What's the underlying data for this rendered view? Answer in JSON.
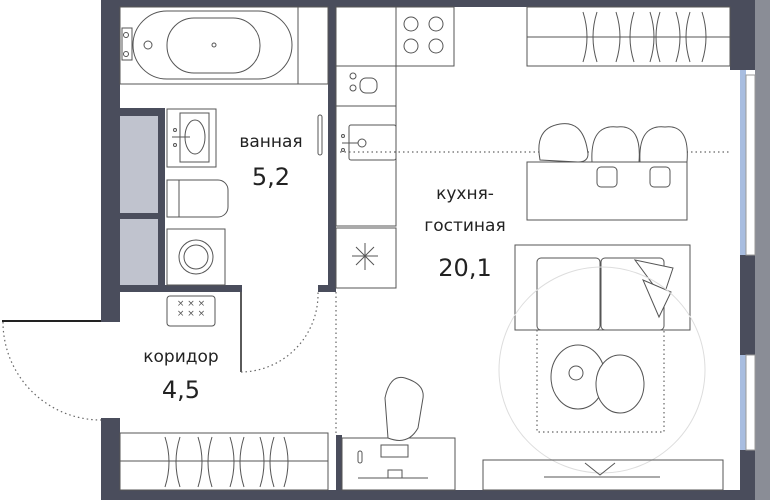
{
  "rooms": [
    {
      "name": "ванная",
      "area": "5,2"
    },
    {
      "name_line1": "кухня-",
      "name_line2": "гостиная",
      "area": "20,1"
    },
    {
      "name": "коридор",
      "area": "4,5"
    }
  ],
  "colors": {
    "wall": "#4a4d5c",
    "window": "#a8bde0",
    "shaft": "#c0c3ce"
  }
}
